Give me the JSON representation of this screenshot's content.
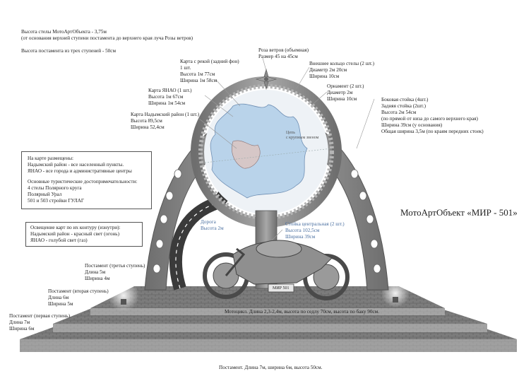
{
  "colors": {
    "metal": "#8a8a8a",
    "metal_dark": "#5e5e5e",
    "map_water": "#b9d3ea",
    "map_land": "#e6ecf2",
    "paving": "#7d7d7d",
    "paving_light": "#b6b6b6",
    "road": "#3b3b3b",
    "label_blue": "#4a6fa0"
  },
  "header": {
    "line1": "Высота стелы МотоАртОбъекта - 3,75м",
    "line2": "(от основания верхней ступени постамента до верхнего края луча Розы ветров)",
    "line3": "Высота постамента из трех ступеней - 50см"
  },
  "wind_rose": {
    "title": "Роза ветров (объемная)",
    "size": "Размер 45 на 45см"
  },
  "map_river": {
    "title": "Карта с рекой (задний фон)",
    "count": "1 шт.",
    "height": "Высота 1м 77см",
    "width": "Ширина 1м 58см"
  },
  "outer_ring": {
    "title": "Внешнее кольцо стелы (2 шт.)",
    "diameter": "Диаметр 2м 20см",
    "width": "Ширина 10см"
  },
  "ornament": {
    "title": "Орнамент (2 шт.)",
    "diameter": "Диаметр 2м",
    "width": "Ширина 10см"
  },
  "map_yanao": {
    "title": "Карта ЯНАО (1 шт.)",
    "height": "Высота 1м 67см",
    "width": "Ширина 1м 54см"
  },
  "map_nadym": {
    "title": "Карта Надымский район (1 шт.)",
    "height": "Высота 89,5см",
    "width": "Ширина 52,4см"
  },
  "side_posts": {
    "line1": "Боковая стойка (4шт.)",
    "line2": "Задняя стойка (2шт.)",
    "line3": "Высота 2м 54см",
    "line4": "(по прямой от низа до самого верхнего края)",
    "line5": "Ширина 39см (у основания)",
    "line6": "Общая ширина 3,5м (по краям передних стоек)"
  },
  "map_label": "Цепь\nс крупным звеном",
  "info_box": {
    "line1": "На карте размещены:",
    "line2": "Надымский район - все населенный пункты.",
    "line3": "ЯНАО - все города и административные центры",
    "line4": "Основные туристические достопримечательности:",
    "line5": "4 стелы Полярного круга",
    "line6": "Полярный Урал",
    "line7": "501 и 503 стройки ГУЛАГ"
  },
  "light_box": {
    "line1": "Освещение карт по их контуру (изнутри):",
    "line2": "Надымский район - красный свет (огонь)",
    "line3": "ЯНАО - голубой свет (газ)"
  },
  "road": {
    "title": "Дорога",
    "height": "Высота 2м"
  },
  "central_post": {
    "title": "Стойка центральная (2 шт.)",
    "height": "Высота 102,5см",
    "width": "Ширина 39см"
  },
  "object_title": "МотоАртОбъект «МИР - 501»",
  "plate": "МИР 501",
  "pedestal3": {
    "title": "Постамент (третья ступень)",
    "length": "Длина 5м",
    "width": "Ширина 4м"
  },
  "pedestal2": {
    "title": "Постамент (вторая ступень)",
    "length": "Длина 6м",
    "width": "Ширина 5м"
  },
  "pedestal1": {
    "title": "Постамент (первая ступень)",
    "length": "Длина 7м",
    "width": "Ширина 6м"
  },
  "motorcycle": "Мотоцикл. Длина 2,3-2,4м, высота по седлу 70см, высота по баку 90см.",
  "pedestal_total": "Постамент. Длина 7м, ширина 6м, высота 50см."
}
